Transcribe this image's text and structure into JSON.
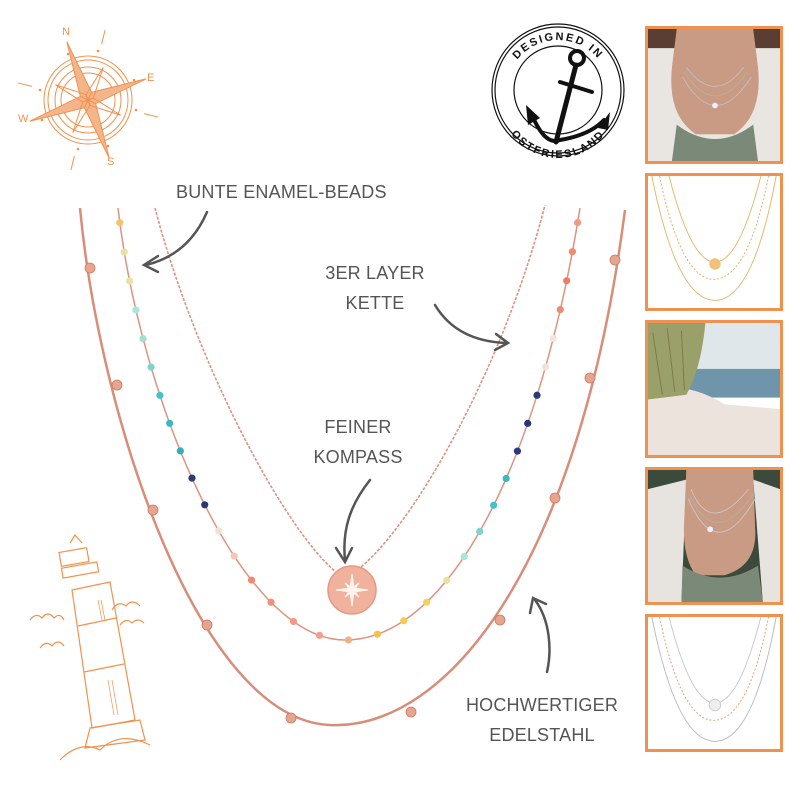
{
  "colors": {
    "accent_orange": "#f0924f",
    "rose_gold": "#e29a85",
    "label_gray": "#555555",
    "stamp_black": "#111111"
  },
  "stamp": {
    "top_text": "DESIGNED IN",
    "bottom_text": "OSTFRIESLAND",
    "icon": "anchor-icon"
  },
  "compass_rose": {
    "icon": "compass-rose-icon",
    "north": "N",
    "east": "E",
    "south": "S",
    "west": "W"
  },
  "lighthouse": {
    "icon": "lighthouse-icon"
  },
  "labels": {
    "beads": "BUNTE ENAMEL-BEADS",
    "layer_line1": "3ER LAYER",
    "layer_line2": "KETTE",
    "compass_line1": "FEINER",
    "compass_line2": "KOMPASS",
    "steel_line1": "HOCHWERTIGER",
    "steel_line2": "EDELSTAHL"
  },
  "thumbnails": [
    {
      "name": "thumb-model-rose-closeup",
      "description": "woman wearing layered necklace, green top"
    },
    {
      "name": "thumb-gold-necklace",
      "description": "gold three-layer necklace on white"
    },
    {
      "name": "thumb-beach-dune",
      "description": "beach dune with grass and sea"
    },
    {
      "name": "thumb-model-silver",
      "description": "woman wearing silver layered necklace"
    },
    {
      "name": "thumb-silver-necklace",
      "description": "silver three-layer necklace on white"
    }
  ]
}
